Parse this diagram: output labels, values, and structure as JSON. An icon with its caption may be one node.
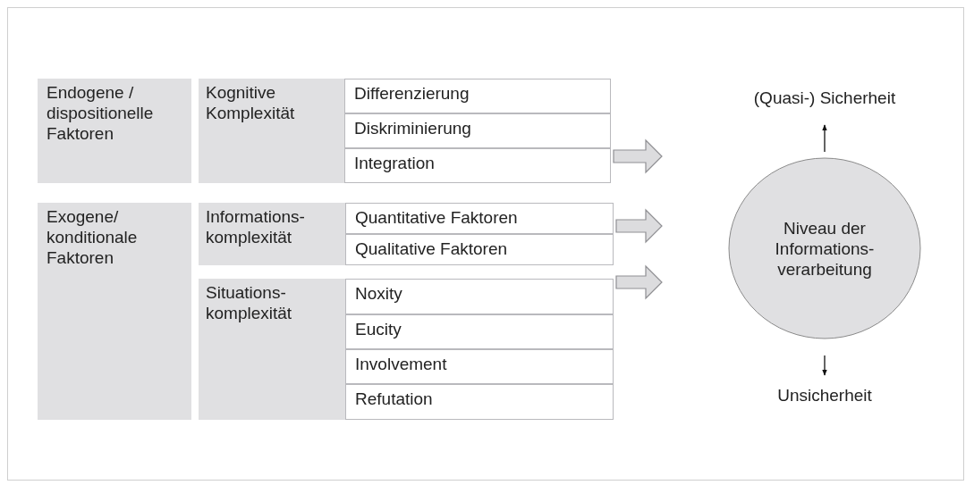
{
  "diagram": {
    "nodes": [
      {
        "text": [
          "Endogene / dispositionelle Faktoren"
        ]
      },
      {
        "text": [
          "Kognitive Komplexität"
        ]
      },
      {
        "text": [
          "Differenzierung"
        ],
        "in": 1
      },
      {
        "text": [
          "Diskriminierung"
        ],
        "in": 1
      },
      {
        "text": [
          "Integration"
        ],
        "in": 1
      },
      {
        "text": [
          "Exogene/ konditionale Faktoren"
        ]
      },
      {
        "text": [
          "Informations- komplexität"
        ]
      },
      {
        "text": [
          "Quantitative Faktoren"
        ],
        "in": 6
      },
      {
        "text": [
          "Qualitative Faktoren"
        ],
        "in": 6
      },
      {
        "text": [
          "Situations- komplexität"
        ]
      },
      {
        "text": [
          "Noxity"
        ],
        "in": 9
      },
      {
        "text": [
          "Eucity"
        ],
        "in": 9
      },
      {
        "text": [
          "Involvement"
        ],
        "in": 9
      },
      {
        "text": [
          "Refutation"
        ],
        "in": 9
      },
      {
        "text": [
          "Niveau der Informations- verarbeitung"
        ]
      },
      {
        "text": [
          "(Quasi-) Sicherheit"
        ]
      },
      {
        "text": [
          "Unsicherheit"
        ]
      }
    ],
    "edges": [
      {
        "from": 4,
        "to": null,
        "arrow": "to",
        "style": "thick"
      },
      {
        "from": 7,
        "to": null,
        "arrow": "to",
        "style": "thick"
      },
      {
        "from": 10,
        "to": null,
        "arrow": "to",
        "style": "thick"
      },
      {
        "from": 14,
        "to": 15,
        "arrow": "to",
        "color": "#111111"
      },
      {
        "from": 14,
        "to": 16,
        "arrow": "to",
        "color": "#111111"
      }
    ]
  }
}
